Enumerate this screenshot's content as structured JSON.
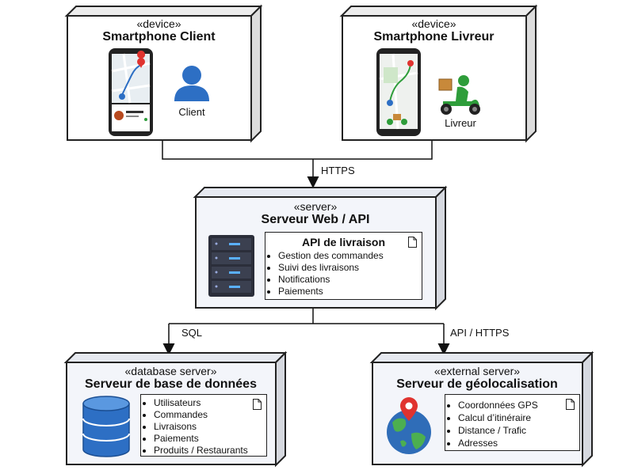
{
  "client_device": {
    "stereotype": "«device»",
    "title": "Smartphone Client",
    "actor_label": "Client"
  },
  "driver_device": {
    "stereotype": "«device»",
    "title": "Smartphone Livreur",
    "actor_label": "Livreur"
  },
  "web_server": {
    "stereotype": "«server»",
    "title": "Serveur Web / API",
    "artifact_title": "API de livraison",
    "items": [
      "Gestion des commandes",
      "Suivi des livraisons",
      "Notifications",
      "Paiements"
    ]
  },
  "db_server": {
    "stereotype": "«database server»",
    "title": "Serveur de base de données",
    "items": [
      "Utilisateurs",
      "Commandes",
      "Livraisons",
      "Paiements",
      "Produits / Restaurants"
    ]
  },
  "geo_server": {
    "stereotype": "«external server»",
    "title": "Serveur de géolocalisation",
    "items": [
      "Coordonnées GPS",
      "Calcul d’itinéraire",
      "Distance / Trafic",
      "Adresses"
    ]
  },
  "connections": {
    "https": "HTTPS",
    "sql": "SQL",
    "api_https": "API / HTTPS"
  },
  "colors": {
    "node_bg": "#ffffff",
    "server_bg": "#f3f5fa",
    "side_shade": "#e3e3e3",
    "db_blue": "#2d6fc4",
    "person_blue": "#2d6fc4",
    "driver_green": "#2e9d3a",
    "globe_blue": "#2f6db8",
    "pin_red": "#e0332f"
  }
}
